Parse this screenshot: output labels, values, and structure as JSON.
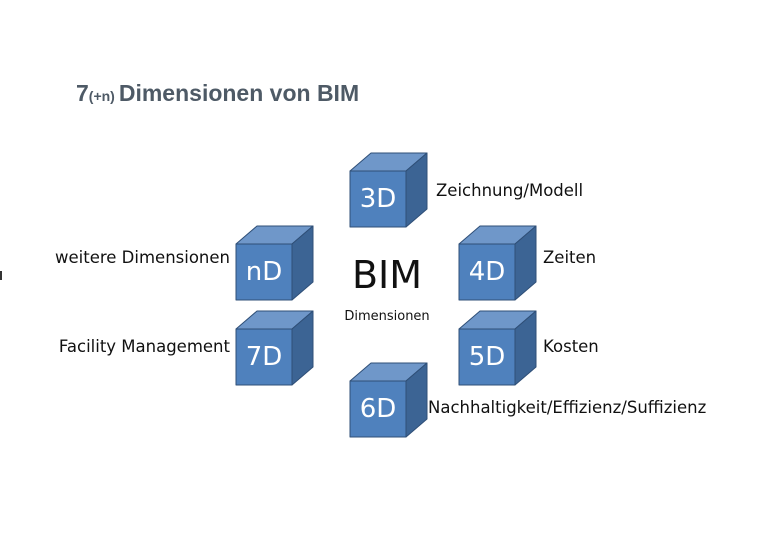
{
  "title": {
    "prefix": "7",
    "sub": "(+n)",
    "main": "Dimensionen von BIM"
  },
  "center": {
    "title": "BIM",
    "subtitle": "Dimensionen"
  },
  "colors": {
    "cube_front": "#4f81bd",
    "cube_top": "#6f97c9",
    "cube_side": "#3c6494",
    "cube_edge": "#2f4f77"
  },
  "cubes": {
    "c3d": {
      "label": "3D",
      "caption": "Zeichnung/Modell"
    },
    "c4d": {
      "label": "4D",
      "caption": "Zeiten"
    },
    "c5d": {
      "label": "5D",
      "caption": "Kosten"
    },
    "c6d": {
      "label": "6D",
      "caption": "Nachhaltigkeit/Effizienz/Suffizienz"
    },
    "c7d": {
      "label": "7D",
      "caption": "Facility Management"
    },
    "cnd": {
      "label": "nD",
      "caption": "weitere Dimensionen"
    }
  }
}
